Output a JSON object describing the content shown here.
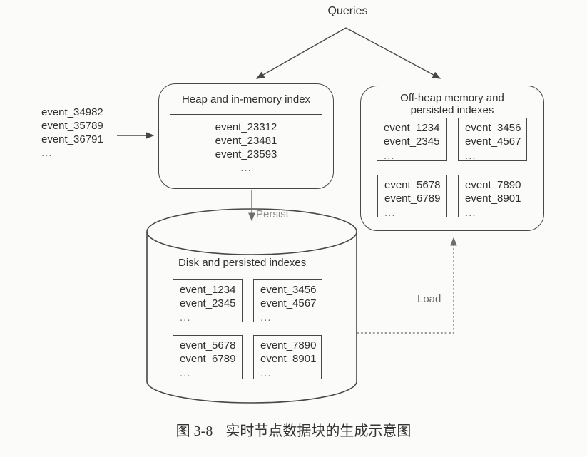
{
  "diagram": {
    "queries_label": "Queries",
    "input_stream": {
      "events": [
        "event_34982",
        "event_35789",
        "event_36791",
        "..."
      ]
    },
    "heap_box": {
      "title": "Heap and in-memory index",
      "events": [
        "event_23312",
        "event_23481",
        "event_23593",
        "..."
      ]
    },
    "offheap_box": {
      "title_line1": "Off-heap memory and",
      "title_line2": "persisted indexes",
      "blocks": [
        [
          "event_1234",
          "event_2345",
          "..."
        ],
        [
          "event_3456",
          "event_4567",
          "..."
        ],
        [
          "event_5678",
          "event_6789",
          "..."
        ],
        [
          "event_7890",
          "event_8901",
          "..."
        ]
      ]
    },
    "disk": {
      "title": "Disk and persisted indexes",
      "blocks": [
        [
          "event_1234",
          "event_2345",
          "..."
        ],
        [
          "event_3456",
          "event_4567",
          "..."
        ],
        [
          "event_5678",
          "event_6789",
          "..."
        ],
        [
          "event_7890",
          "event_8901",
          "..."
        ]
      ]
    },
    "persist_label": "Persist",
    "load_label": "Load"
  },
  "caption": {
    "number": "图 3-8",
    "text": "实时节点数据块的生成示意图"
  },
  "colors": {
    "line": "#474747",
    "text": "#2f2f2f",
    "muted_label": "#8c8c8c",
    "background": "#fbfbf9"
  }
}
